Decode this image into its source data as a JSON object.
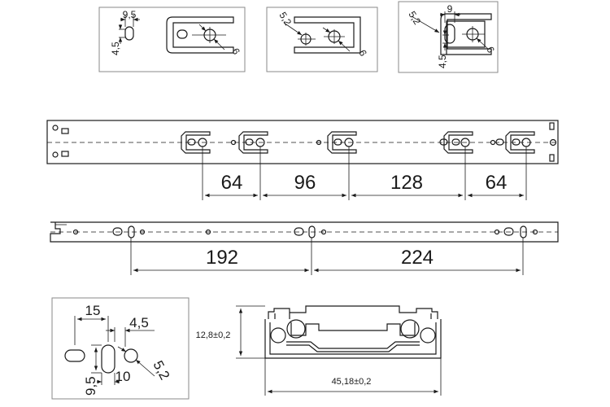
{
  "detail_1": {
    "width": "9,5",
    "height": "4,5",
    "hole": "6"
  },
  "detail_2": {
    "left_hole": "5,2",
    "right_hole": "6"
  },
  "detail_3": {
    "left_hole": "5,2",
    "width": "9",
    "height": "4,5",
    "right_hole": "6"
  },
  "upper_rail": {
    "spacings": [
      "64",
      "96",
      "128",
      "64"
    ]
  },
  "lower_rail": {
    "spacings": [
      "192",
      "224"
    ]
  },
  "detail_4": {
    "offset": "15",
    "spacing": "4,5",
    "slot_height": "9,5",
    "slot_width": "10",
    "hole": "5,2"
  },
  "profile": {
    "height": "12,8±0,2",
    "width": "45,18±0,2"
  }
}
